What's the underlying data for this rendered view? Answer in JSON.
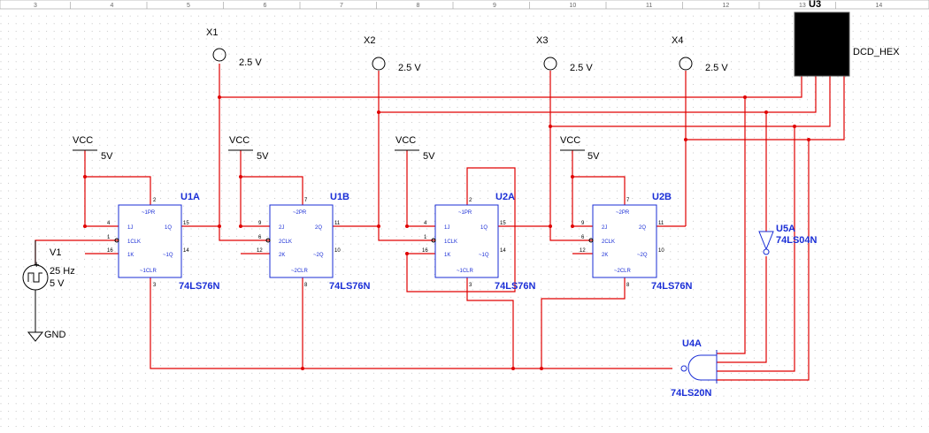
{
  "ruler": {
    "ticks": [
      "3",
      "4",
      "5",
      "6",
      "7",
      "8",
      "9",
      "10",
      "11",
      "12",
      "13",
      "14"
    ]
  },
  "colors": {
    "wire": "#e00000",
    "component": "#1a2ed6",
    "grid": "#b9b9b9"
  },
  "probes": [
    {
      "name": "X1",
      "voltage": "2.5 V"
    },
    {
      "name": "X2",
      "voltage": "2.5 V"
    },
    {
      "name": "X3",
      "voltage": "2.5 V"
    },
    {
      "name": "X4",
      "voltage": "2.5 V"
    }
  ],
  "supplies": [
    {
      "name": "VCC",
      "value": "5V"
    },
    {
      "name": "VCC",
      "value": "5V"
    },
    {
      "name": "VCC",
      "value": "5V"
    },
    {
      "name": "VCC",
      "value": "5V"
    }
  ],
  "flipflops": [
    {
      "ref": "U1A",
      "part": "74LS76N",
      "inputs": [
        "~1PR",
        "1J",
        "1CLK",
        "1K",
        "~1CLR"
      ],
      "outputs": [
        "1Q",
        "~1Q"
      ],
      "pin_numbers": [
        "2",
        "4",
        "1",
        "16",
        "3",
        "15",
        "14"
      ]
    },
    {
      "ref": "U1B",
      "part": "74LS76N",
      "inputs": [
        "~2PR",
        "2J",
        "2CLK",
        "2K",
        "~2CLR"
      ],
      "outputs": [
        "2Q",
        "~2Q"
      ],
      "pin_numbers": [
        "7",
        "9",
        "6",
        "12",
        "8",
        "11",
        "10"
      ]
    },
    {
      "ref": "U2A",
      "part": "74LS76N",
      "inputs": [
        "~1PR",
        "1J",
        "1CLK",
        "1K",
        "~1CLR"
      ],
      "outputs": [
        "1Q",
        "~1Q"
      ],
      "pin_numbers": [
        "2",
        "4",
        "1",
        "16",
        "3",
        "15",
        "14"
      ]
    },
    {
      "ref": "U2B",
      "part": "74LS76N",
      "inputs": [
        "~2PR",
        "2J",
        "2CLK",
        "2K",
        "~2CLR"
      ],
      "outputs": [
        "2Q",
        "~2Q"
      ],
      "pin_numbers": [
        "7",
        "9",
        "6",
        "12",
        "8",
        "11",
        "10"
      ]
    }
  ],
  "source": {
    "ref": "V1",
    "frequency": "25 Hz",
    "amplitude": "5 V"
  },
  "ground": {
    "label": "GND"
  },
  "display": {
    "ref": "U3",
    "part": "DCD_HEX"
  },
  "inverter": {
    "ref": "U5A",
    "part": "74LS04N"
  },
  "nand_gate": {
    "ref": "U4A",
    "part": "74LS20N"
  }
}
